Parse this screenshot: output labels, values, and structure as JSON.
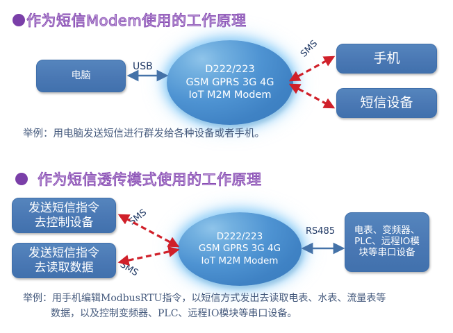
{
  "sections": [
    {
      "heading": "作为短信Modem使用的工作原理",
      "bullet_color": "#7a3fa8",
      "nodes": {
        "computer": "电脑",
        "modem": [
          "D222/223",
          "GSM GPRS 3G 4G",
          "IoT M2M Modem"
        ],
        "phone": "手机",
        "sms_device": "短信设备"
      },
      "connectors": {
        "usb": "USB",
        "sms": "SMS"
      },
      "caption": "举例：用电脑发送短信进行群发给各种设备或者手机。"
    },
    {
      "heading": "作为短信透传模式使用的工作原理",
      "bullet_color": "#7a3fa8",
      "nodes": {
        "send_control": [
          "发送短信指令",
          "去控制设备"
        ],
        "send_read": [
          "发送短信指令",
          "去读取数据"
        ],
        "modem": [
          "D222/223",
          "GSM GPRS 3G 4G",
          "IoT M2M Modem"
        ],
        "serial_devices": [
          "电表、变频器、",
          "PLC、远程IO模",
          "块等串口设备"
        ]
      },
      "connectors": {
        "sms_upper": "SMS",
        "sms_lower": "SMS",
        "rs485": "RS485"
      },
      "caption_lines": [
        "举例：用手机编辑ModbusRTU指令，以短信方式发出去读取电表、水表、流量表等",
        "数据，以及控制变频器、PLC、远程IO模块等串口设备。"
      ]
    }
  ],
  "colors": {
    "box_blue": "#4a78b4",
    "ellipse_blue": "#4e93d2",
    "arrow_red": "#d0202a",
    "arrow_blue": "#4472a8",
    "heading_purple": "#8a4fb5",
    "caption_text": "#44597c"
  }
}
